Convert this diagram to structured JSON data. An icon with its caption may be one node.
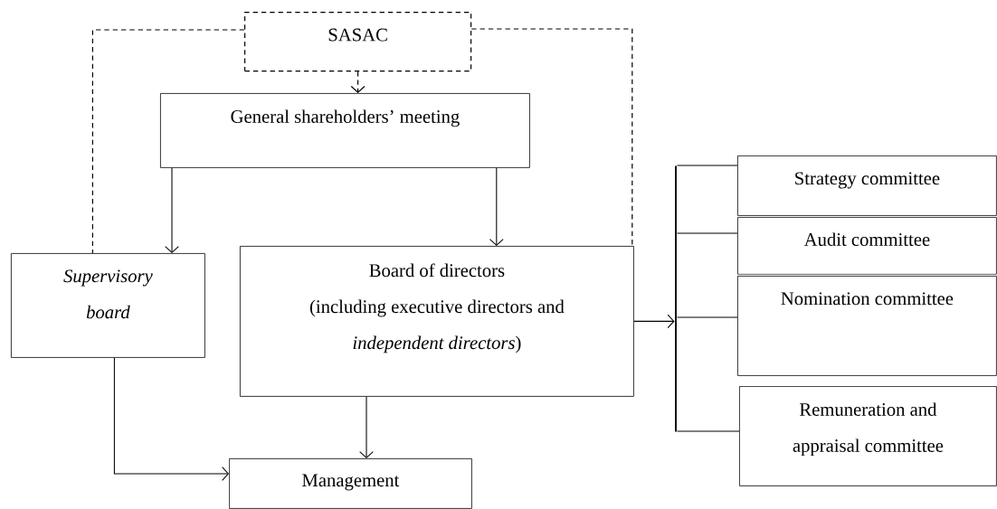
{
  "diagram": {
    "nodes": [
      {
        "text": [
          "SASAC"
        ]
      },
      {
        "text": [
          "General shareholders’ meeting"
        ]
      },
      {
        "text": [
          "Supervisory board"
        ]
      },
      {
        "text": [
          "Board of directors",
          "(including executive directors and *independent directors*)"
        ]
      },
      {
        "text": [
          "Management"
        ]
      },
      {
        "text": [
          "Strategy committee"
        ]
      },
      {
        "text": [
          "Audit committee"
        ]
      },
      {
        "text": [
          "Nomination committee"
        ]
      },
      {
        "text": [
          "Remuneration and appraisal committee"
        ]
      },
      {
        "text": [],
        "shape": "bar"
      }
    ],
    "edges": [
      {
        "from": 0,
        "to": 1,
        "arrow": "to",
        "style": "dashed"
      },
      {
        "from": 0,
        "to": 2,
        "arrow": "none",
        "style": "dashed"
      },
      {
        "from": 0,
        "to": 3,
        "arrow": "none",
        "style": "dashed"
      },
      {
        "from": 1,
        "to": 2,
        "arrow": "to"
      },
      {
        "from": 1,
        "to": 3,
        "arrow": "to"
      },
      {
        "from": 2,
        "to": 4,
        "arrow": "to"
      },
      {
        "from": 3,
        "to": 4,
        "arrow": "to"
      },
      {
        "from": 3,
        "to": 9,
        "arrow": "to"
      },
      {
        "from": 9,
        "to": 5,
        "arrow": "none"
      },
      {
        "from": 9,
        "to": 6,
        "arrow": "none"
      },
      {
        "from": 9,
        "to": 7,
        "arrow": "none"
      },
      {
        "from": 9,
        "to": 8,
        "arrow": "none"
      }
    ]
  }
}
